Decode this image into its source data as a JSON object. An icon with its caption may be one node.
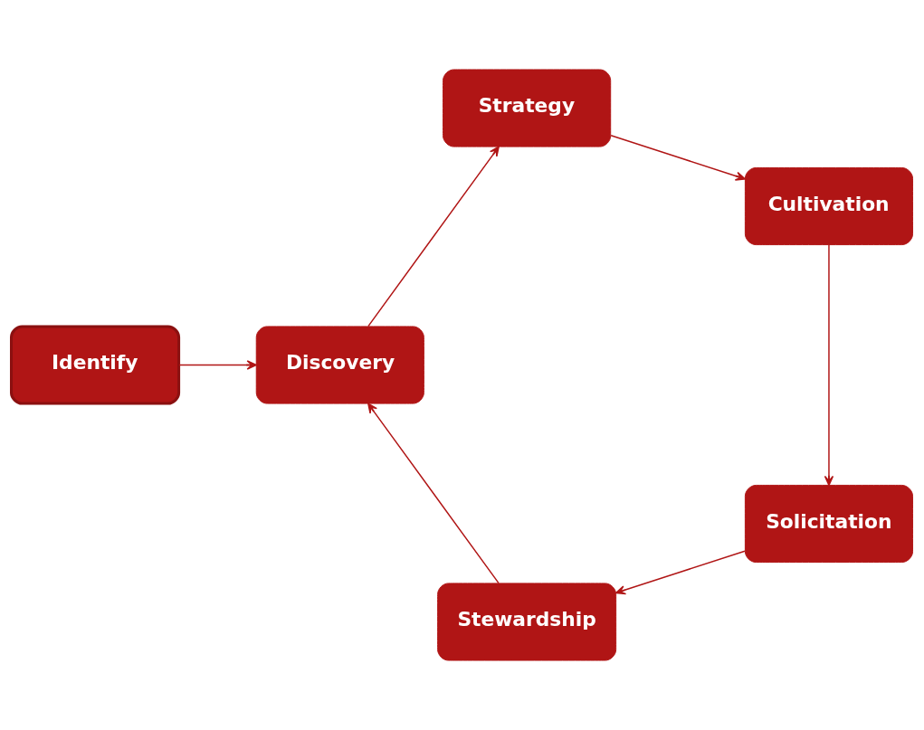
{
  "diagram": {
    "nodes": [
      {
        "text": [
          "Identify"
        ]
      },
      {
        "text": [
          "Discovery"
        ]
      },
      {
        "text": [
          "Strategy"
        ]
      },
      {
        "text": [
          "Cultivation"
        ]
      },
      {
        "text": [
          "Solicitation"
        ]
      },
      {
        "text": [
          "Stewardship"
        ]
      }
    ],
    "edges": [
      {
        "from": 0,
        "to": 1,
        "arrow": "to"
      },
      {
        "from": 1,
        "to": 2,
        "arrow": "to"
      },
      {
        "from": 2,
        "to": 3,
        "arrow": "to"
      },
      {
        "from": 3,
        "to": 4,
        "arrow": "to"
      },
      {
        "from": 4,
        "to": 5,
        "arrow": "to"
      },
      {
        "from": 5,
        "to": 1,
        "arrow": "to"
      }
    ]
  }
}
